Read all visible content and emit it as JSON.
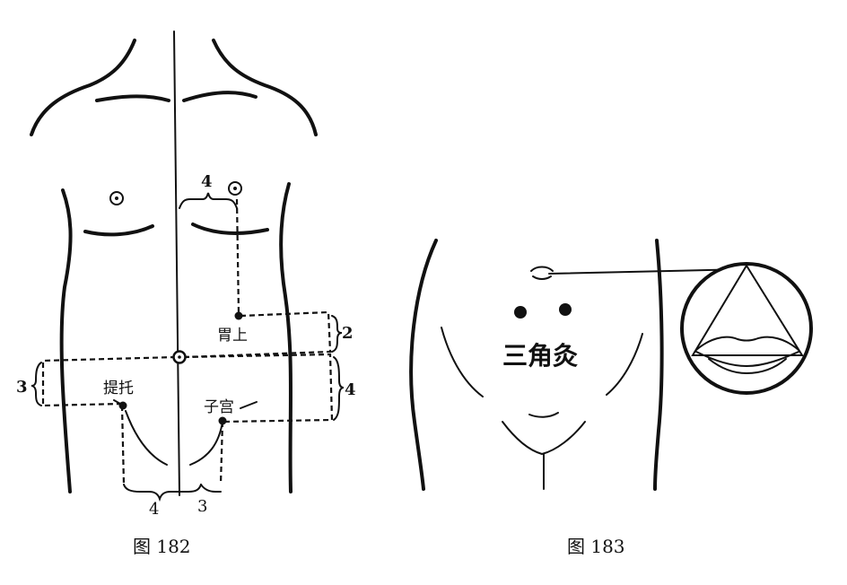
{
  "figure_182": {
    "caption": "图 182",
    "points": {
      "weishang": "胃上",
      "tituo": "提托",
      "zigong": "子宫"
    },
    "measures": {
      "top_width": "4",
      "right_upper": "2",
      "right_lower": "4",
      "left": "3",
      "bottom_left": "4",
      "bottom_right": "3"
    }
  },
  "figure_183": {
    "caption": "图 183",
    "label": "三角灸"
  }
}
